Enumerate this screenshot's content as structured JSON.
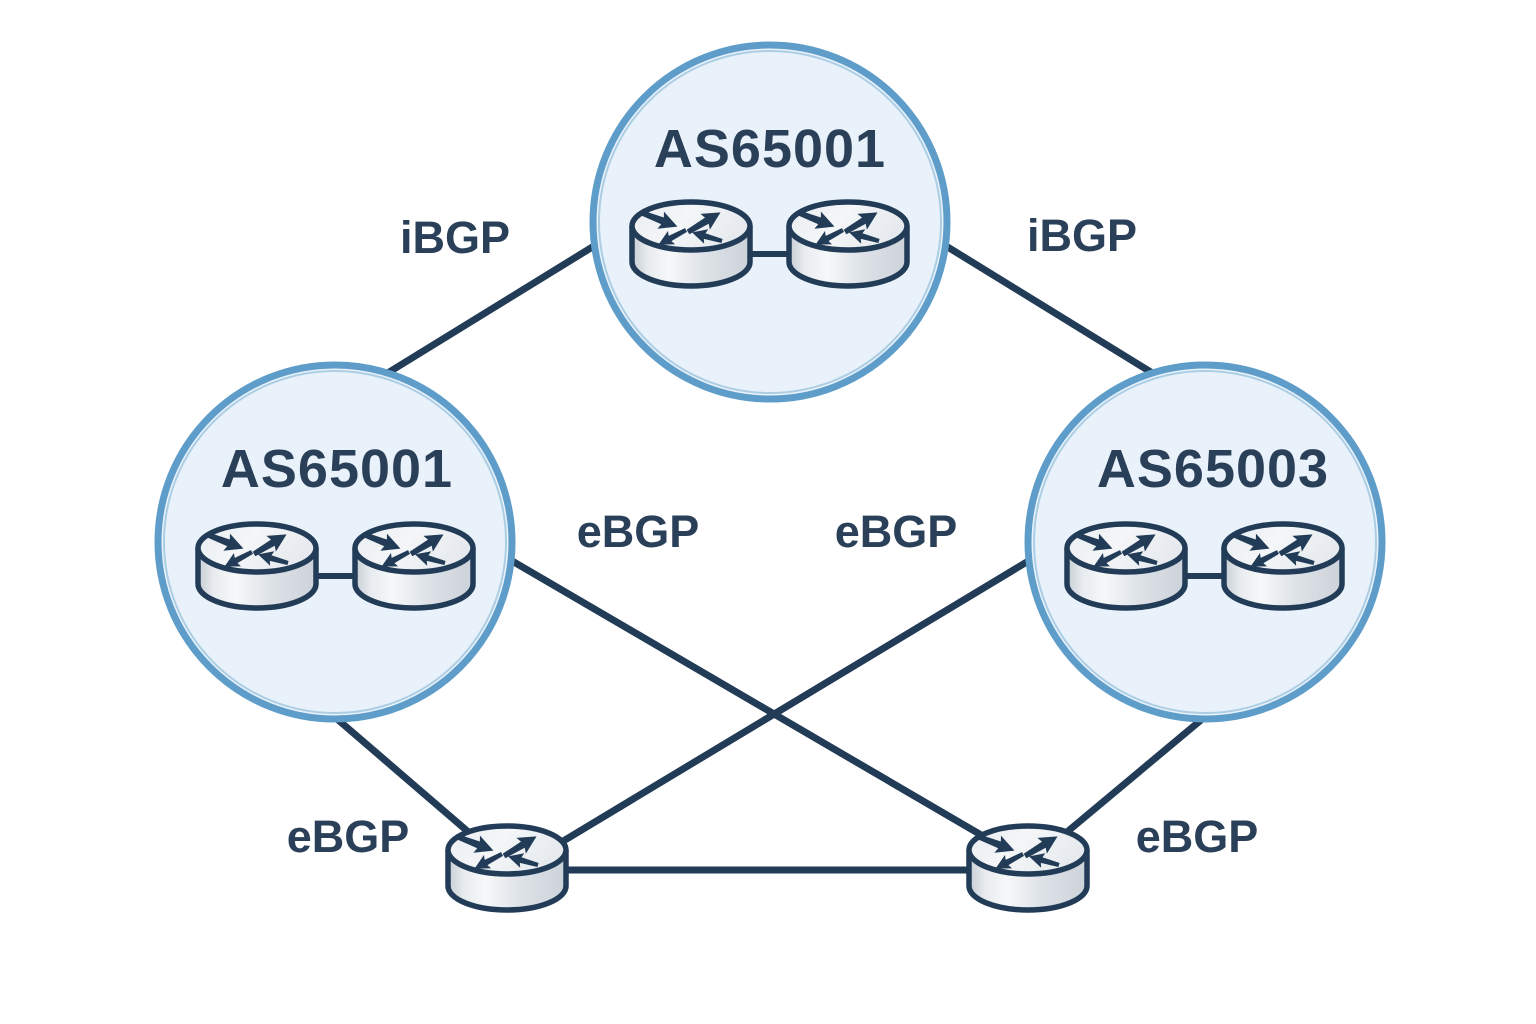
{
  "diagram": {
    "type": "bgp-network-topology",
    "autonomous_systems": [
      {
        "id": "as-top",
        "label": "AS65001",
        "position": "top",
        "router_count": 2
      },
      {
        "id": "as-left",
        "label": "AS65001",
        "position": "left",
        "router_count": 2
      },
      {
        "id": "as-right",
        "label": "AS65003",
        "position": "right",
        "router_count": 2
      }
    ],
    "standalone_routers": [
      {
        "id": "router-bottom-left"
      },
      {
        "id": "router-bottom-right"
      }
    ],
    "edge_labels": {
      "ibgp_left": "iBGP",
      "ibgp_right": "iBGP",
      "ebgp_mid_left": "eBGP",
      "ebgp_mid_right": "eBGP",
      "ebgp_bottom_left": "eBGP",
      "ebgp_bottom_right": "eBGP"
    },
    "colors": {
      "line": "#223c58",
      "text": "#2a3f58",
      "circle_fill": "#e9f2fa",
      "circle_stroke": "#5e9dc9",
      "background": "#ffffff"
    }
  }
}
